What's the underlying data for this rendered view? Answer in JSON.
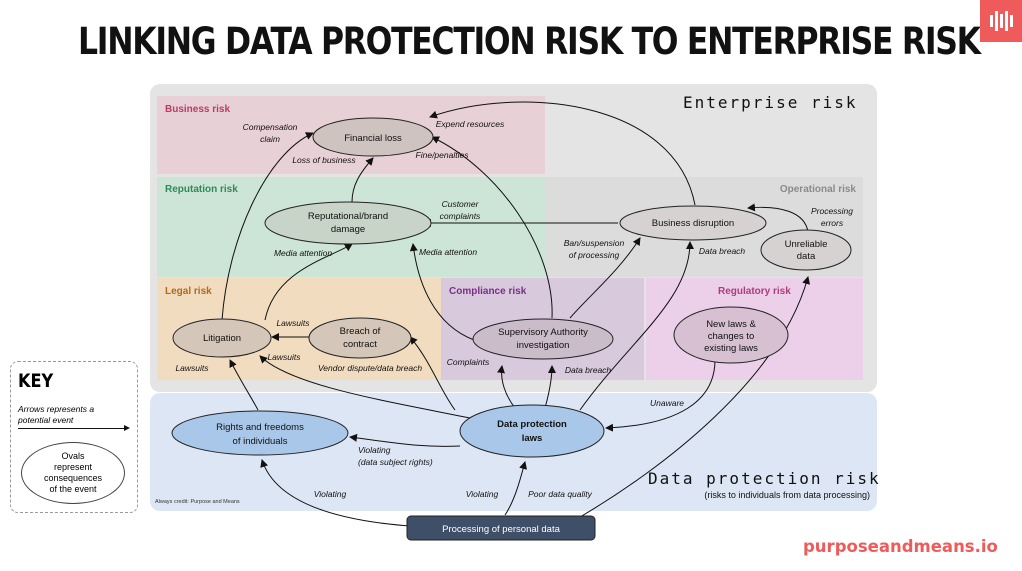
{
  "title": "LINKING DATA PROTECTION RISK TO ENTERPRISE RISK",
  "brand": "purposeandmeans.io",
  "credit": "Always credit: Purpose and Means",
  "colors": {
    "accent": "#ef5a5a",
    "business": "#c0396b",
    "reputation": "#2f8a57",
    "legal": "#b06a18",
    "compliance": "#7a2f86",
    "regulatory": "#b03a7a",
    "operational": "#8a8a8a"
  },
  "zones": {
    "enterprise": "Enterprise risk",
    "business": "Business risk",
    "reputation": "Reputation risk",
    "operational": "Operational risk",
    "legal": "Legal risk",
    "compliance": "Compliance risk",
    "regulatory": "Regulatory risk",
    "dp": "Data protection risk",
    "dp_sub": "(risks to individuals from data processing)"
  },
  "nodes": {
    "financial_loss": "Financial loss",
    "rep_damage": [
      "Reputational/brand",
      "damage"
    ],
    "business_disruption": "Business disruption",
    "unreliable_data": [
      "Unreliable",
      "data"
    ],
    "litigation": "Litigation",
    "breach_contract": [
      "Breach of",
      "contract"
    ],
    "sa_investigation": [
      "Supervisory Authority",
      "investigation"
    ],
    "new_laws": [
      "New laws &",
      "changes to",
      "existing laws"
    ],
    "rights": [
      "Rights and freedoms",
      "of individuals"
    ],
    "dp_laws": [
      "Data protection",
      "laws"
    ],
    "processing": "Processing of personal data"
  },
  "edges": {
    "compensation_claim": [
      "Compensation",
      "claim"
    ],
    "expend_resources": "Expend resources",
    "loss_of_business": "Loss of business",
    "fine_penalties": "Fine/penalties",
    "customer_complaints": [
      "Customer",
      "complaints"
    ],
    "processing_errors": [
      "Processing",
      "errors"
    ],
    "media_attention_1": "Media attention",
    "media_attention_2": "Media attention",
    "ban_suspension": [
      "Ban/suspension",
      "of processing"
    ],
    "data_breach_1": "Data breach",
    "lawsuits_1": "Lawsuits",
    "lawsuits_2": "Lawsuits",
    "lawsuits_3": "Lawsuits",
    "vendor_dispute": "Vendor dispute/data breach",
    "complaints": "Complaints",
    "data_breach_2": "Data breach",
    "unaware": "Unaware",
    "violating_dsr": [
      "Violating",
      "(data subject rights)"
    ],
    "violating_1": "Violating",
    "violating_2": "Violating",
    "poor_data_quality": "Poor data quality"
  },
  "key": {
    "title": "KEY",
    "arrow_text": "Arrows represents a potential event",
    "oval_text": [
      "Ovals",
      "represent",
      "consequences",
      "of the event"
    ]
  }
}
